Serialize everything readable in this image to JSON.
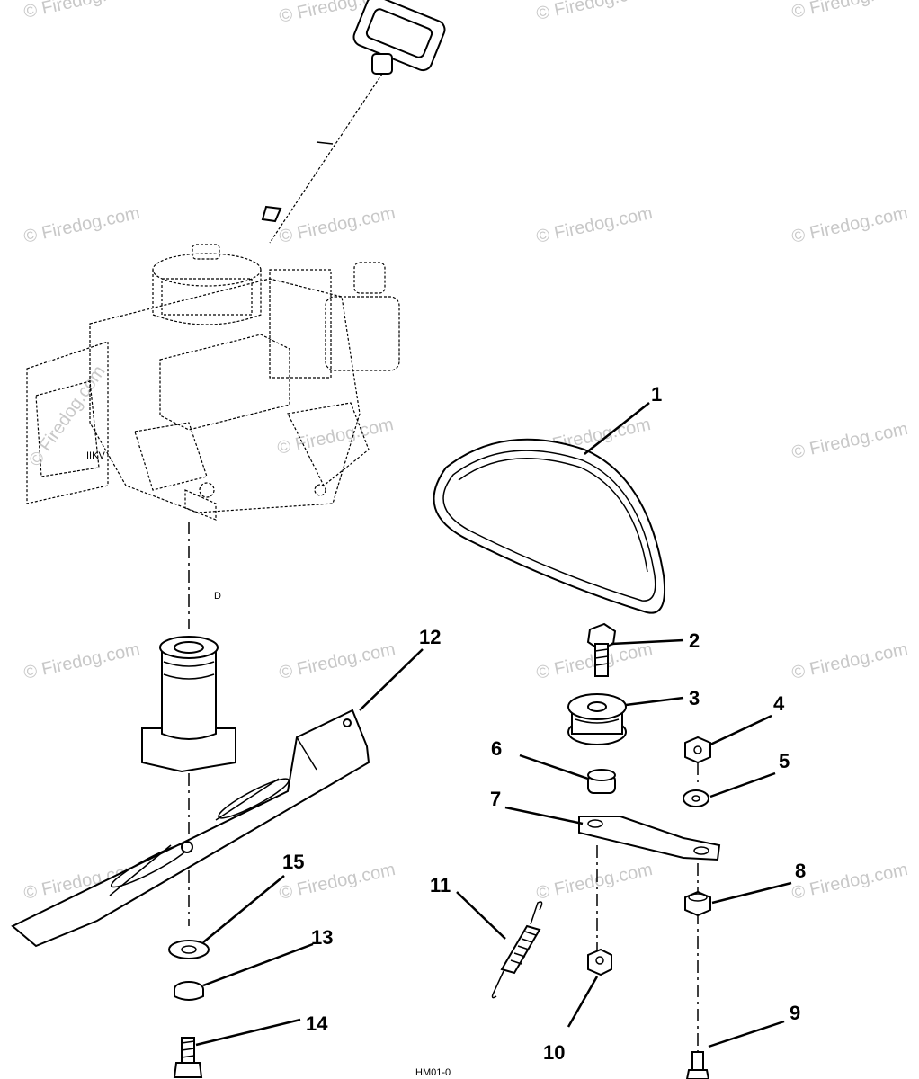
{
  "watermark_text": "© Firedog.com",
  "diagram_code": "HM01-0",
  "callouts": [
    "1",
    "2",
    "3",
    "4",
    "5",
    "6",
    "7",
    "8",
    "9",
    "10",
    "11",
    "12",
    "13",
    "14",
    "15"
  ],
  "engine_marks": {
    "small_label": "D",
    "nameplate": "IIKV"
  }
}
